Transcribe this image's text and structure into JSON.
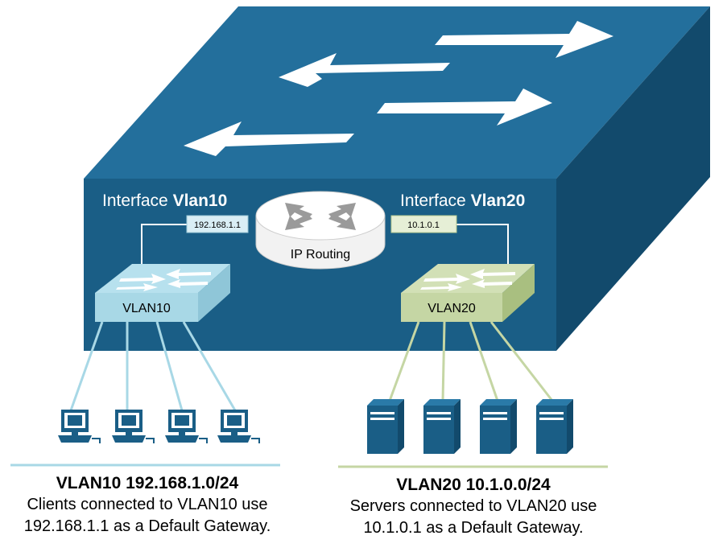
{
  "colors": {
    "switch_body": "#1a5e86",
    "switch_top": "#236f9c",
    "switch_side": "#124a6c",
    "arrow": "#ffffff",
    "vlan10": "#a8d8e6",
    "vlan20": "#c5d6a4",
    "device": "#1a5e86"
  },
  "interfaces": {
    "vlan10": {
      "prefix": "Interface ",
      "name": "Vlan10",
      "ip": "192.168.1.1"
    },
    "vlan20": {
      "prefix": "Interface ",
      "name": "Vlan20",
      "ip": "10.1.0.1"
    }
  },
  "router": {
    "label": "IP Routing"
  },
  "switches": {
    "vlan10": {
      "label": "VLAN10"
    },
    "vlan20": {
      "label": "VLAN20"
    }
  },
  "devices": {
    "vlan10": {
      "type": "computer-icon",
      "count": 4
    },
    "vlan20": {
      "type": "server-icon",
      "count": 4
    }
  },
  "captions": {
    "vlan10": {
      "title": "VLAN10 192.168.1.0/24",
      "line1": "Clients connected to VLAN10 use",
      "line2": "192.168.1.1 as a Default Gateway."
    },
    "vlan20": {
      "title": "VLAN20 10.1.0.0/24",
      "line1": "Servers connected to VLAN20 use",
      "line2": "10.1.0.1 as a Default Gateway."
    }
  }
}
